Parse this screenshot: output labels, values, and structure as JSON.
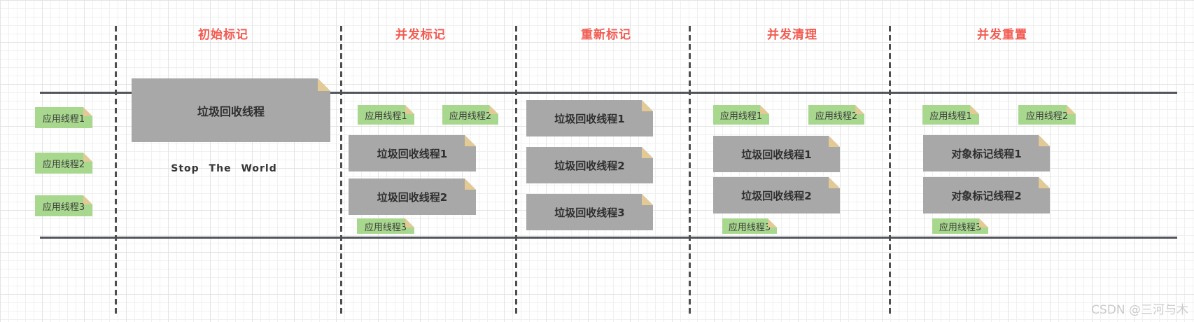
{
  "watermark": "CSDN @三河与木",
  "left_app_threads": [
    "应用线程1",
    "应用线程2",
    "应用线程3"
  ],
  "phases": [
    {
      "title": "初始标记",
      "subtitle": "Stop The World",
      "gc_threads": [
        "垃圾回收线程"
      ],
      "app_threads_top": [],
      "app_threads_bottom": []
    },
    {
      "title": "并发标记",
      "gc_threads": [
        "垃圾回收线程1",
        "垃圾回收线程2"
      ],
      "app_threads_top": [
        "应用线程1",
        "应用线程2"
      ],
      "app_threads_bottom": [
        "应用线程3"
      ]
    },
    {
      "title": "重新标记",
      "gc_threads": [
        "垃圾回收线程1",
        "垃圾回收线程2",
        "垃圾回收线程3"
      ],
      "app_threads_top": [],
      "app_threads_bottom": []
    },
    {
      "title": "并发清理",
      "gc_threads": [
        "垃圾回收线程1",
        "垃圾回收线程2"
      ],
      "app_threads_top": [
        "应用线程1",
        "应用线程2"
      ],
      "app_threads_bottom": [
        "应用线程3"
      ]
    },
    {
      "title": "并发重置",
      "gc_threads": [
        "对象标记线程1",
        "对象标记线程2"
      ],
      "app_threads_top": [
        "应用线程1",
        "应用线程2"
      ],
      "app_threads_bottom": [
        "应用线程3"
      ]
    }
  ],
  "colors": {
    "accent-red": "#f25a50",
    "note-green": "#a8d88e",
    "fold-tan": "#e3c993",
    "box-gray": "#a8a8a8",
    "line-dark": "#53565c",
    "dash-dark": "#4e4e4e",
    "grid-minor": "#f0f0f0",
    "grid-major": "#e3e3e3",
    "watermark-gray": "#cbcbcb"
  }
}
